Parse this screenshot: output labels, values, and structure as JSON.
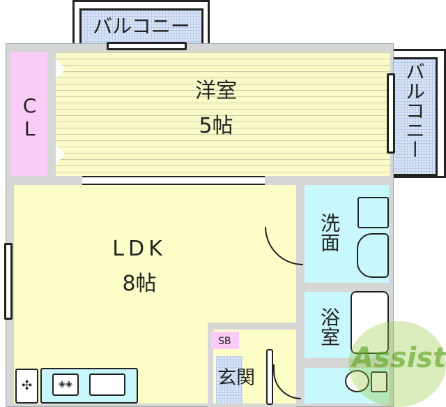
{
  "rooms": {
    "western_room": {
      "name": "洋室",
      "size": "5帖"
    },
    "closet": {
      "name": "CL"
    },
    "ldk": {
      "name": "LDK",
      "size": "8帖"
    },
    "washroom": {
      "name": "洗面"
    },
    "bathroom": {
      "name": "浴室"
    },
    "entrance": {
      "name": "玄関"
    },
    "shoe_box": {
      "name": "SB"
    }
  },
  "balconies": {
    "top": "バルコニー",
    "right": "バルコニー"
  },
  "watermark": "Assist",
  "colors": {
    "room_yellow": "#fdfdc8",
    "wet_cyan": "#c8f8fc",
    "closet_pink": "#fbcbf8",
    "balcony_blue": "#dbe6f7",
    "wall_gray": "#d6d6d6"
  }
}
